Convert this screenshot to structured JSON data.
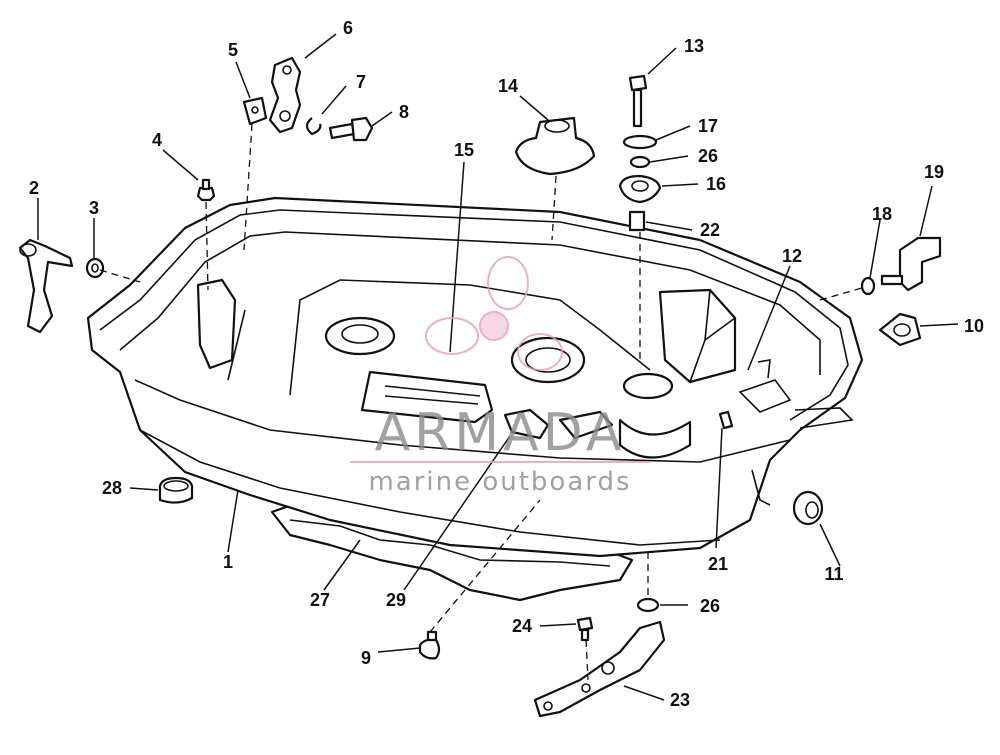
{
  "callouts": [
    {
      "n": "1"
    },
    {
      "n": "2"
    },
    {
      "n": "3"
    },
    {
      "n": "4"
    },
    {
      "n": "5"
    },
    {
      "n": "6"
    },
    {
      "n": "7"
    },
    {
      "n": "8"
    },
    {
      "n": "9"
    },
    {
      "n": "10"
    },
    {
      "n": "11"
    },
    {
      "n": "12"
    },
    {
      "n": "13"
    },
    {
      "n": "14"
    },
    {
      "n": "15"
    },
    {
      "n": "16"
    },
    {
      "n": "17"
    },
    {
      "n": "18"
    },
    {
      "n": "19"
    },
    {
      "n": "21"
    },
    {
      "n": "22"
    },
    {
      "n": "23"
    },
    {
      "n": "24"
    },
    {
      "n": "26"
    },
    {
      "n": "26"
    },
    {
      "n": "27"
    },
    {
      "n": "28"
    },
    {
      "n": "29"
    }
  ],
  "watermark": {
    "brand": "ARMADA",
    "tagline": "marine outboards",
    "logo_color": "#e79ac0",
    "text_color": "#8a8a8a"
  }
}
